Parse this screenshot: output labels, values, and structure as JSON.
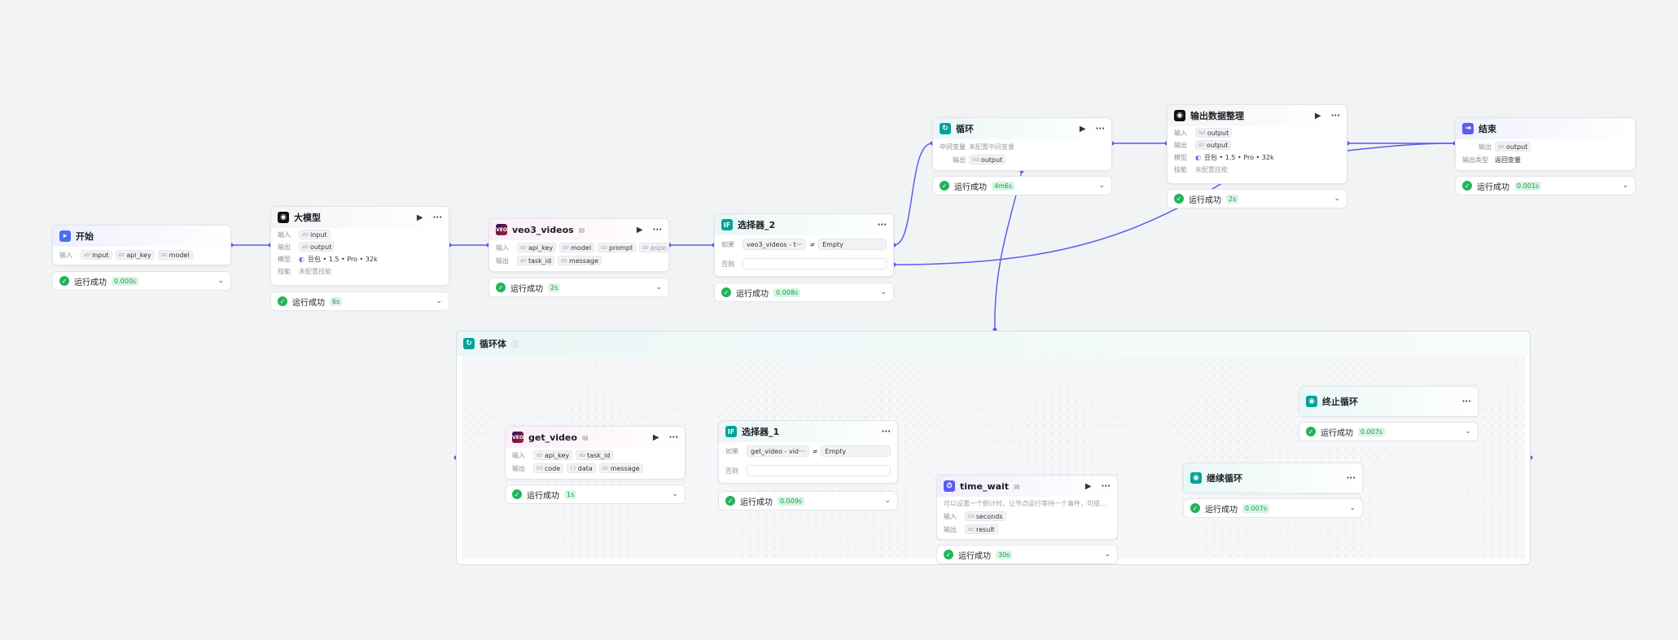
{
  "labels": {
    "input": "输入",
    "output": "输出",
    "model": "模型",
    "skill": "技能",
    "if": "如果",
    "else": "否则",
    "mid_var": "中间变量",
    "output_type": "输出类型"
  },
  "status": {
    "text": "运行成功"
  },
  "nodes": {
    "start": {
      "title": "开始",
      "inputs": [
        "input",
        "api_key",
        "model"
      ],
      "duration": "0.000s"
    },
    "llm": {
      "title": "大模型",
      "input": "input",
      "output": "output",
      "model": "豆包 • 1.5 • Pro • 32k",
      "skill": "未配置技能",
      "duration": "6s"
    },
    "veo3": {
      "title": "veo3_videos",
      "inputs": [
        "api_key",
        "model",
        "prompt",
        "aspe..."
      ],
      "outputs": [
        "task_id",
        "message"
      ],
      "more": "···",
      "duration": "2s"
    },
    "selector2": {
      "title": "选择器_2",
      "cond_left": "veo3_videos - t···",
      "op": "≠",
      "cond_right": "Empty",
      "duration": "0.008s"
    },
    "loop": {
      "title": "循环",
      "mid_var_value": "未配置中间变量",
      "output": "output",
      "duration": "4m6s"
    },
    "outdata": {
      "title": "输出数据整理",
      "input": "output",
      "output": "output",
      "model": "豆包 • 1.5 • Pro • 32k",
      "skill": "未配置技能",
      "duration": "2s"
    },
    "end": {
      "title": "结束",
      "output": "output",
      "output_type_value": "返回变量",
      "duration": "0.001s"
    },
    "loopbody": {
      "title": "循环体"
    },
    "get_video": {
      "title": "get_video",
      "inputs": [
        "api_key",
        "task_id"
      ],
      "outputs": [
        "code",
        "data",
        "message"
      ],
      "duration": "1s"
    },
    "selector1": {
      "title": "选择器_1",
      "cond_left": "get_video - vid···",
      "op": "≠",
      "cond_right": "Empty",
      "duration": "0.009s"
    },
    "stop_loop": {
      "title": "终止循环",
      "duration": "0.007s"
    },
    "time_wait": {
      "title": "time_wait",
      "desc": "可以设置一个倒计时，让节点运行等待一个事件，可搭配异步...",
      "input": "seconds",
      "output": "result",
      "duration": "30s"
    },
    "continue_loop": {
      "title": "继续循环",
      "duration": "0.007s"
    }
  },
  "icons": {
    "check": "check-circle-icon",
    "chevron": "chevron-down-icon",
    "play": "play-icon",
    "more": "more-icon"
  },
  "colors": {
    "edge": "#5b5df0",
    "success": "#24b35b",
    "canvas": "#f2f3f5"
  }
}
